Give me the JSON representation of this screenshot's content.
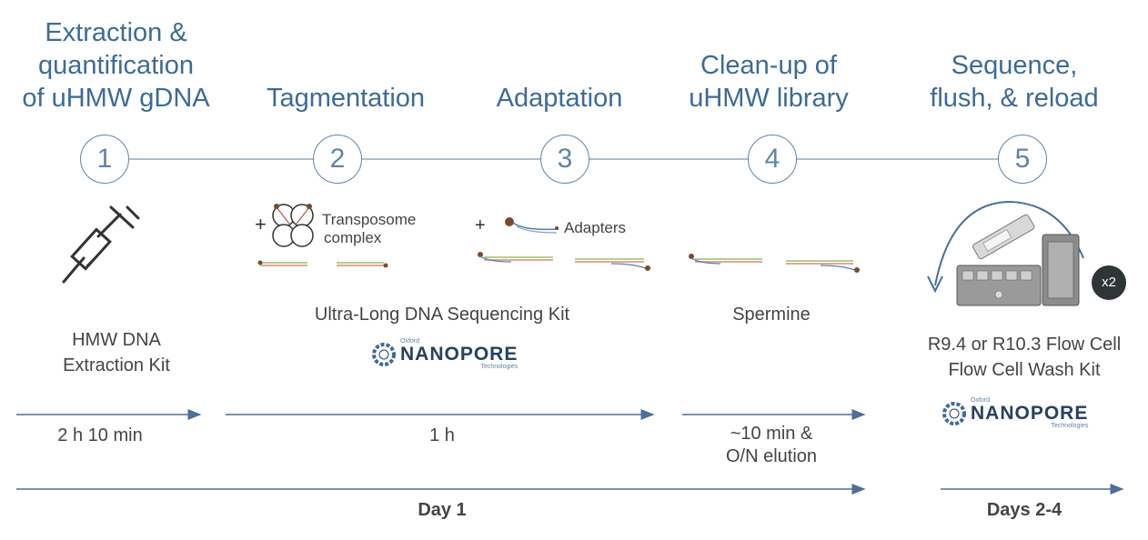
{
  "steps": [
    {
      "number": "1",
      "title": "Extraction &\nquantification\nof uHMW gDNA"
    },
    {
      "number": "2",
      "title": "Tagmentation"
    },
    {
      "number": "3",
      "title": "Adaptation"
    },
    {
      "number": "4",
      "title": "Clean-up of\nuHMW library"
    },
    {
      "number": "5",
      "title": "Sequence,\nflush, & reload"
    }
  ],
  "labels": {
    "transposome": "Transposome",
    "complex": "complex",
    "adapters": "Adapters",
    "plus": "+",
    "reload_multiplier": "x2"
  },
  "kits": {
    "step1": "HMW DNA\nExtraction Kit",
    "step2_3": "Ultra-Long DNA Sequencing Kit",
    "step4": "Spermine",
    "step5": "R9.4 or R10.3 Flow Cell\nFlow Cell Wash Kit"
  },
  "logo": {
    "small_top": "Oxford",
    "main": "NANOPORE",
    "small_bottom": "Technologies"
  },
  "durations": {
    "step1": "2 h 10 min",
    "step2_3": "1 h",
    "step4": "~10 min &\nO/N elution"
  },
  "days": {
    "day1": "Day 1",
    "days2_4": "Days 2-4"
  },
  "colors": {
    "title": "#3d6b98",
    "timeline": "#5f84a8",
    "text": "#444444",
    "logo": "#27415e"
  }
}
